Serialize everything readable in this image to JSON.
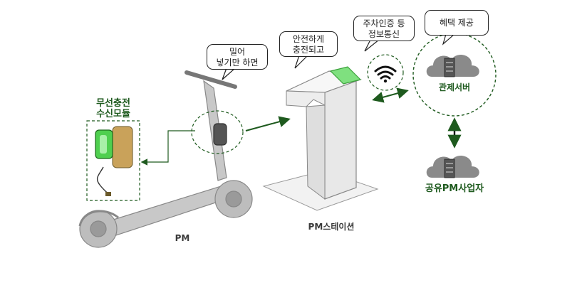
{
  "colors": {
    "accent_green": "#1e7a1e",
    "label_green": "#1e5a1e",
    "led_green": "#7fe07f",
    "device_gray": "#b8b8b8"
  },
  "labels": {
    "receiver_module": [
      "무선충전",
      "수신모듈"
    ],
    "pm": "PM",
    "pm_station": "PM스테이션",
    "control_server": "관제서버",
    "shared_pm_operator": "공유PM사업자"
  },
  "bubbles": {
    "push_in": [
      "밀어",
      "넣기만 하면"
    ],
    "safe_charge": [
      "안전하게",
      "충전되고"
    ],
    "parking_auth": [
      "주차인증 등",
      "정보통신"
    ],
    "benefit": "혜택 제공"
  },
  "icons": [
    "wifi-icon",
    "cloud-server-icon",
    "scooter-illustration",
    "charging-station-illustration",
    "receiver-module-illustration"
  ]
}
